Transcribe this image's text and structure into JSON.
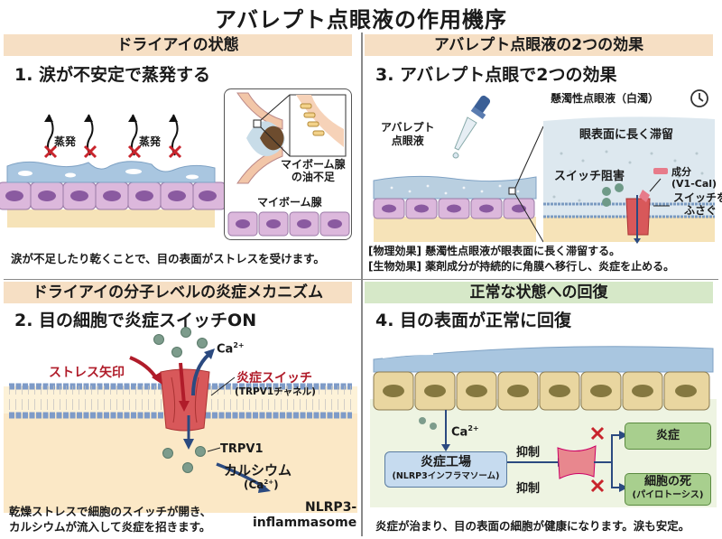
{
  "title": "アバレプト点眼液の作用機序",
  "panel1": {
    "header": "ドライアイの状態",
    "subtitle": "1. 涙が不安定で蒸発する",
    "evaporation_label": "蒸発",
    "evaporation_label_2": "蒸発",
    "meibomian_deficit": "マイボーム腺\nの油不足",
    "meibomian_deficit_line1": "マイボーム腺",
    "meibomian_deficit_line2": "の油不足",
    "meibomian_gland": "マイボーム腺",
    "caption": "涙が不足したり乾くことで、目の表面がストレスを受けます。"
  },
  "panel2": {
    "header": "アバレプト点眼液の2つの効果",
    "subtitle": "3. アバレプト点眼で2つの効果",
    "drop_label_line1": "アバレプト",
    "drop_label_line2": "点眼液",
    "suspension_label": "懸濁性点眼液（白濁）",
    "retention_label": "眼表面に長く滞留",
    "switch_block": "スイッチ阻害",
    "component_line1": "成分",
    "component_line2": "(V1-Cal)",
    "block_line1": "スイッチを",
    "block_line2": "ふさぐ",
    "caption_physical": "[物理効果] 懸濁性点眼液が眼表面に長く滞留する。",
    "caption_biological": "[生物効果] 薬剤成分が持続的に角膜へ移行し、炎症を止める。",
    "icons": {
      "clock": "clock-icon",
      "dropper": "dropper-icon"
    }
  },
  "panel3": {
    "header": "ドライアイの分子レベルの炎症メカニズム",
    "subtitle": "2. 目の細胞で炎症スイッチON",
    "stress_arrow": "ストレス矢印",
    "ca_top": "Ca",
    "ca_sup": "2+",
    "switch_label": "炎症スイッチ",
    "channel_label": "(TRPV1チャネル)",
    "trpv1": "TRPV1",
    "calcium": "カルシウム",
    "calcium_formula": "(Ca",
    "calcium_sup": "2+",
    "calcium_close": ")",
    "nlrp3_line1": "NLRP3-",
    "nlrp3_line2": "inflammasome",
    "caption_line1": "乾燥ストレスで細胞のスイッチが開き、",
    "caption_line2": "カルシウムが流入して炎症を招きます。"
  },
  "panel4": {
    "header": "正常な状態への回復",
    "subtitle": "4. 目の表面が正常に回復",
    "ca_label": "Ca",
    "ca_sup": "2+",
    "factory_line1": "炎症工場",
    "factory_line2": "(NLRP3インフラマソーム)",
    "suppress_1": "抑制",
    "suppress_2": "抑制",
    "outcome_inflammation": "炎症",
    "outcome_death_line1": "細胞の死",
    "outcome_death_line2": "(パイロトーシス)",
    "caption": "炎症が治まり、目の表面の細胞が健康になります。涙も安定。"
  },
  "colors": {
    "peach_band": "#f6dfc4",
    "green_band": "#d6e8c8",
    "cell_purple": "#d9b8dc",
    "nucleus_purple": "#8a5aa0",
    "tear_blue": "#a9c6e0",
    "channel_red": "#d8585a",
    "stress_red": "#b01c2a",
    "arrow_blue": "#2b4a80",
    "healthy_cell": "#e9d6a0",
    "healthy_nucleus": "#857840",
    "factory_blue": "#c6dbef",
    "outcome_green": "#a8cf8e",
    "x_red": "#c8242c"
  }
}
